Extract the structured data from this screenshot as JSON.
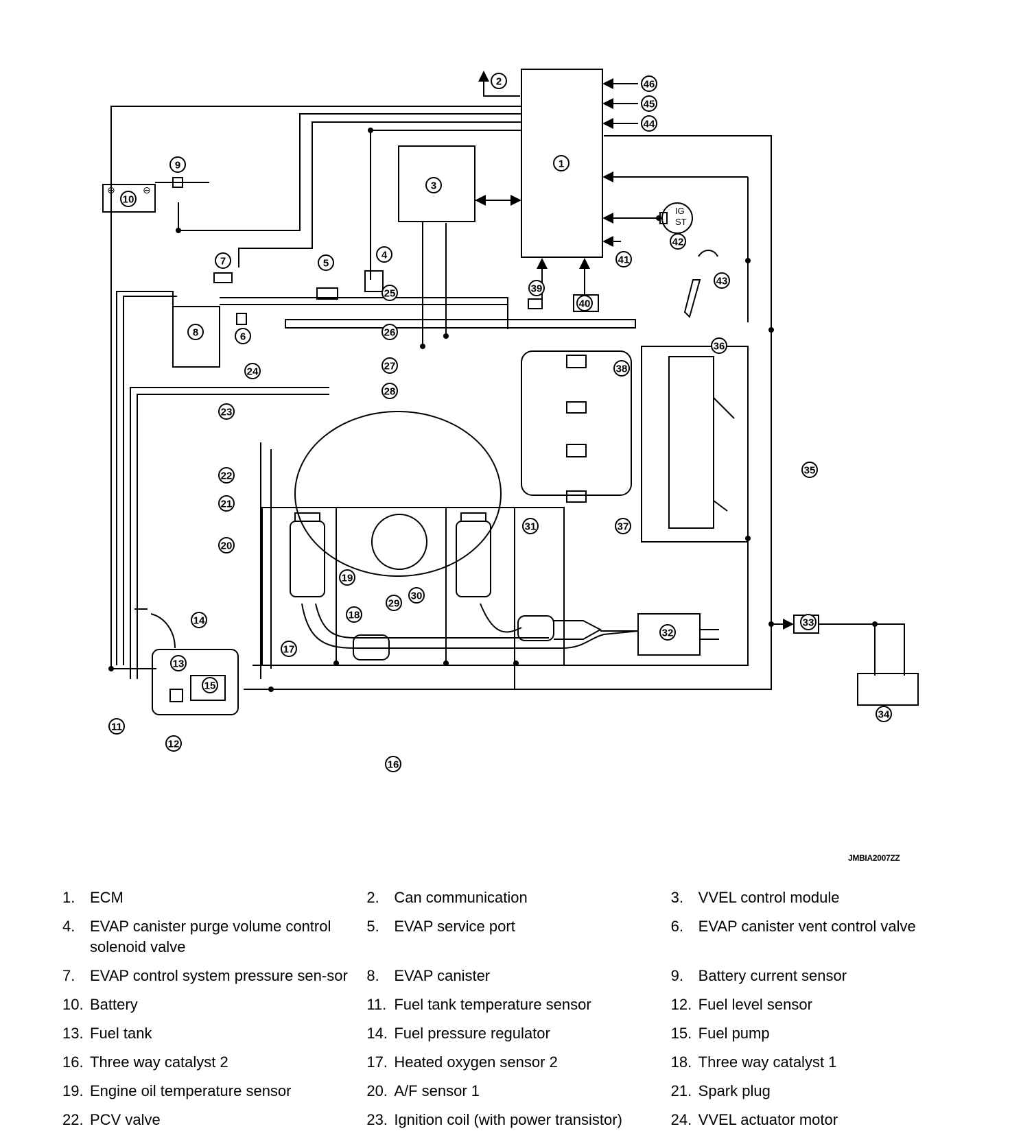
{
  "diagram": {
    "figure_code": "JMBIA2007ZZ",
    "callout_numbers": [
      "1",
      "2",
      "3",
      "4",
      "5",
      "6",
      "7",
      "8",
      "9",
      "10",
      "11",
      "12",
      "13",
      "14",
      "15",
      "16",
      "17",
      "18",
      "19",
      "20",
      "21",
      "22",
      "23",
      "24",
      "25",
      "26",
      "27",
      "28",
      "29",
      "30",
      "31",
      "32",
      "33",
      "34",
      "35",
      "36",
      "37",
      "38",
      "39",
      "40",
      "41",
      "42",
      "43",
      "44",
      "45",
      "46"
    ],
    "switch_labels": {
      "ig": "IG",
      "st": "ST"
    },
    "battery_terminals": {
      "positive": "⊕",
      "negative": "⊖"
    }
  },
  "legend": [
    {
      "num": "1.",
      "text": "ECM"
    },
    {
      "num": "2.",
      "text": "Can communication"
    },
    {
      "num": "3.",
      "text": "VVEL control module"
    },
    {
      "num": "4.",
      "text": "EVAP canister purge volume control solenoid valve"
    },
    {
      "num": "5.",
      "text": "EVAP service port"
    },
    {
      "num": "6.",
      "text": "EVAP canister vent control valve"
    },
    {
      "num": "7.",
      "text": "EVAP control system pressure sen-sor"
    },
    {
      "num": "8.",
      "text": "EVAP canister"
    },
    {
      "num": "9.",
      "text": "Battery current sensor"
    },
    {
      "num": "10.",
      "text": "Battery"
    },
    {
      "num": "11.",
      "text": "Fuel tank temperature sensor"
    },
    {
      "num": "12.",
      "text": "Fuel level sensor"
    },
    {
      "num": "13.",
      "text": "Fuel tank"
    },
    {
      "num": "14.",
      "text": "Fuel pressure regulator"
    },
    {
      "num": "15.",
      "text": "Fuel pump"
    },
    {
      "num": "16.",
      "text": "Three way catalyst 2"
    },
    {
      "num": "17.",
      "text": "Heated oxygen sensor 2"
    },
    {
      "num": "18.",
      "text": "Three way catalyst 1"
    },
    {
      "num": "19.",
      "text": "Engine oil temperature sensor"
    },
    {
      "num": "20.",
      "text": "A/F sensor 1"
    },
    {
      "num": "21.",
      "text": "Spark plug"
    },
    {
      "num": "22.",
      "text": "PCV valve"
    },
    {
      "num": "23.",
      "text": "Ignition coil (with power transistor)"
    },
    {
      "num": "24.",
      "text": "VVEL actuator motor"
    }
  ]
}
